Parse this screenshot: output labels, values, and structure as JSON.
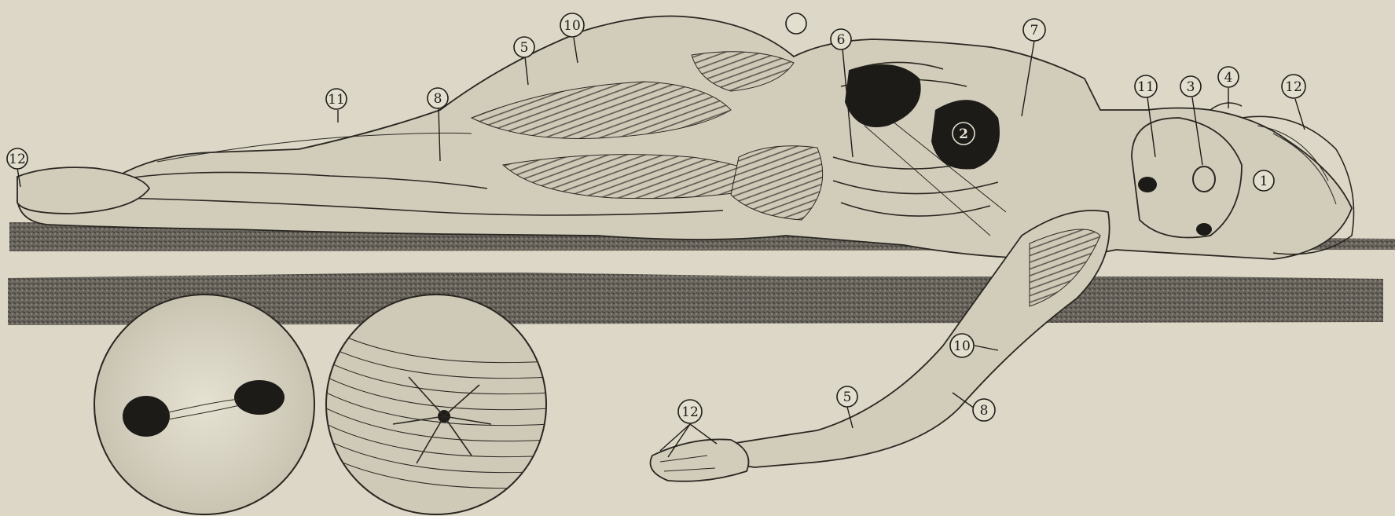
{
  "callouts": [
    {
      "label": "1"
    },
    {
      "label": "2"
    },
    {
      "label": "3"
    },
    {
      "label": "4"
    },
    {
      "label": "5"
    },
    {
      "label": "6"
    },
    {
      "label": "7"
    },
    {
      "label": "8"
    },
    {
      "label": "10"
    },
    {
      "label": "11"
    },
    {
      "label": "12"
    }
  ],
  "colors": {
    "paper": "#dcd7c6",
    "ink": "#1e1c18",
    "mattress": "#5a5650"
  }
}
